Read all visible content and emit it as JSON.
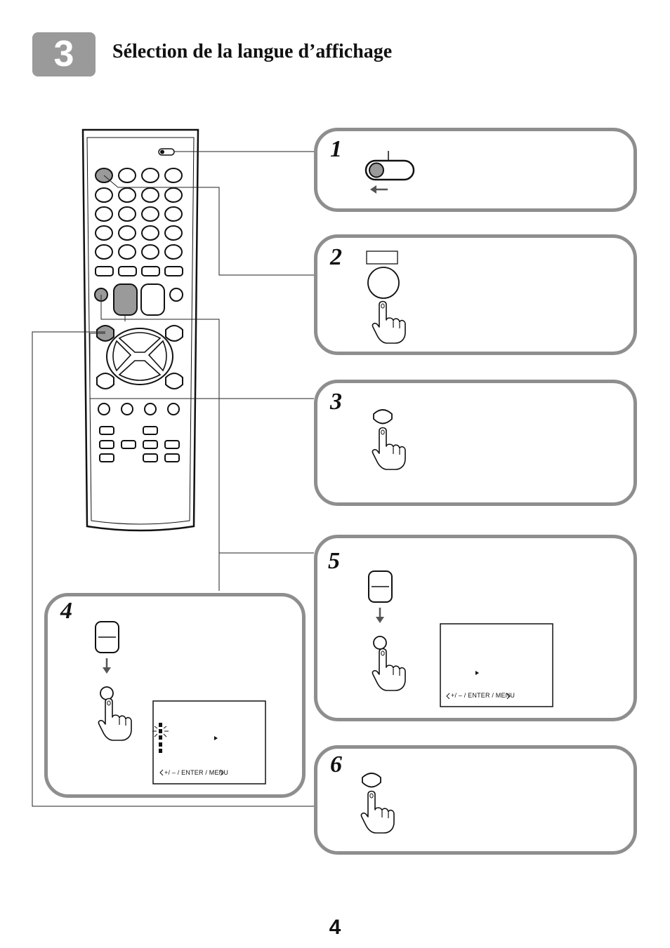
{
  "header": {
    "section_number": "3",
    "title": "Sélection de la langue d’affichage"
  },
  "steps": [
    {
      "number": "1"
    },
    {
      "number": "2"
    },
    {
      "number": "3"
    },
    {
      "number": "4",
      "osd_hint": "+/ – / ENTER / MENU"
    },
    {
      "number": "5",
      "osd_hint": "+/ – / ENTER / MENU"
    },
    {
      "number": "6"
    }
  ],
  "footer": {
    "page_number": "4"
  },
  "icons": [
    "remote-control-icon",
    "slide-switch-icon",
    "pointing-hand-icon",
    "arrow-down-icon",
    "arrow-left-icon",
    "tv-screen-icon"
  ]
}
